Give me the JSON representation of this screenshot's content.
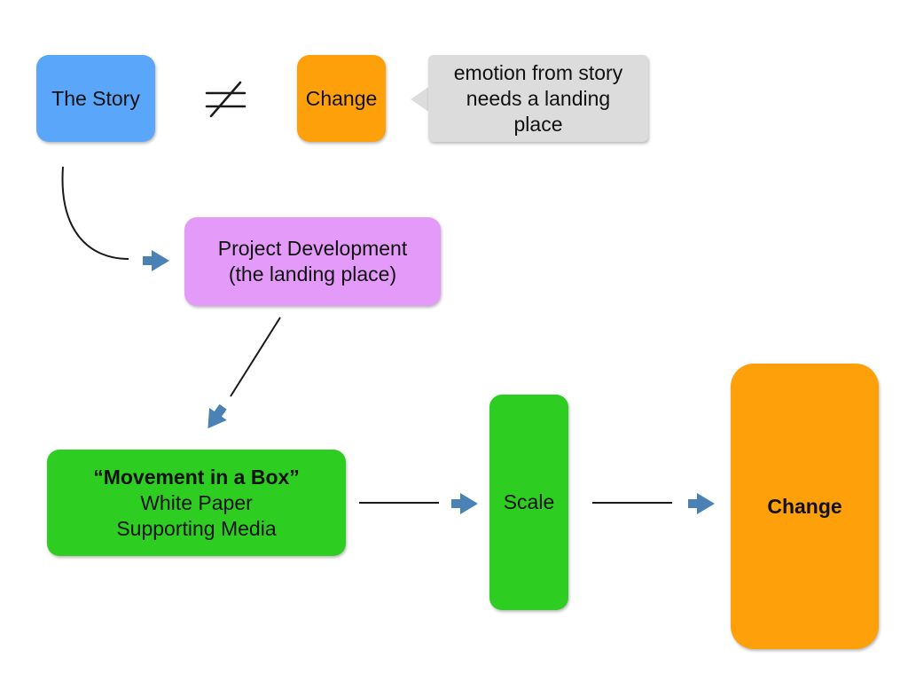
{
  "colors": {
    "blue": "#5aa6fa",
    "orange": "#fda00a",
    "gray": "#dcdcdc",
    "violet": "#e49af9",
    "green": "#2dcd22",
    "arrow": "#4a82b6",
    "line": "#1a1a1a"
  },
  "nodes": {
    "story": {
      "label": "The Story"
    },
    "not_equal": {
      "symbol": "≠"
    },
    "change_top": {
      "label": "Change"
    },
    "callout": {
      "lines": [
        "emotion from story",
        "needs a landing",
        "place"
      ]
    },
    "project": {
      "lines": [
        "Project Development",
        "(the landing place)"
      ]
    },
    "movement": {
      "title": "“Movement in a Box”",
      "lines": [
        "White Paper",
        "Supporting Media"
      ]
    },
    "scale": {
      "label": "Scale"
    },
    "change_big": {
      "label": "Change"
    }
  }
}
